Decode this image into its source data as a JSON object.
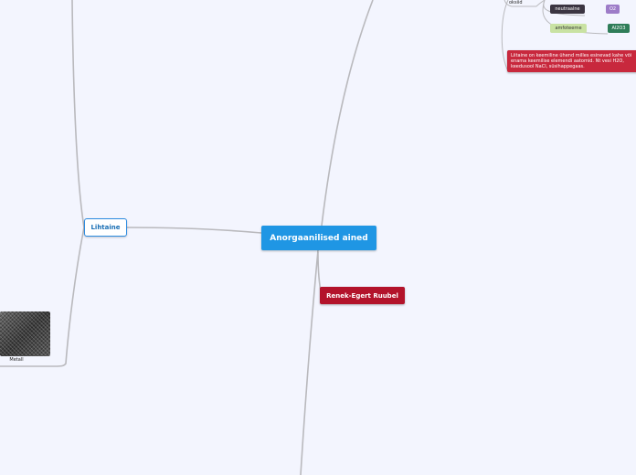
{
  "central": {
    "label": "Anorgaanilised ained"
  },
  "branches": {
    "lihtaine": {
      "label": "Lihtaine"
    },
    "author": {
      "label": "Renek-Egert Ruubel"
    }
  },
  "oksiid": {
    "label": "oksiid",
    "rows": [
      {
        "kind": "neutraalne",
        "example": "O2",
        "kind_color": "#3b3542",
        "example_color": "#9d7cc8"
      },
      {
        "kind": "amfoteerne",
        "example": "Al2O3",
        "kind_color": "#c9e2a3",
        "example_color": "#2f7d59"
      }
    ]
  },
  "note": {
    "text": "Liitaine on keemiline ühend milles esinevad kahe või enama keemilise elemendi aatomid. Nt vesi H2O, keedusool NaCl, süsihappegaas."
  },
  "image": {
    "caption": "Metall"
  },
  "colors": {
    "central": "#1f96e4",
    "accent_red": "#b3132b",
    "link": "#b9b9bd"
  }
}
